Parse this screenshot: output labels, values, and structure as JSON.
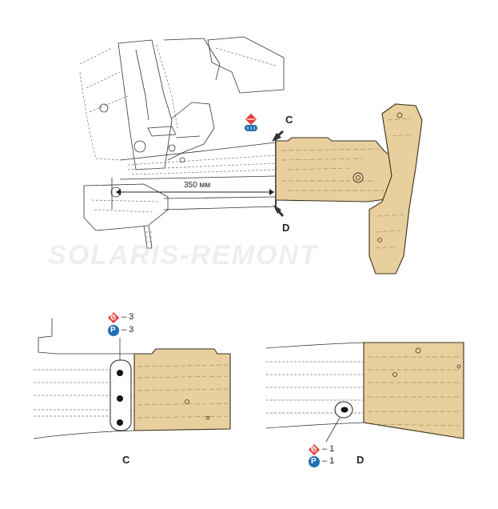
{
  "labels": {
    "view_c": "C",
    "view_d": "D",
    "arrow_c": "C",
    "arrow_d": "D",
    "dimension": "350 мм"
  },
  "symbols": {
    "spot_weld_count_c": "– 3",
    "plug_weld_count_c": "– 3",
    "spot_weld_count_d": "– 1",
    "plug_weld_count_d": "– 1",
    "spot_weld_letter": "D",
    "plug_weld_letter": "P"
  },
  "watermark": "SOLARIS-REMONT",
  "colors": {
    "panel": "#e8d09e",
    "weld_red": "#e23a3a",
    "weld_blue": "#1f6fb5",
    "outline": "#3a2f1c"
  }
}
